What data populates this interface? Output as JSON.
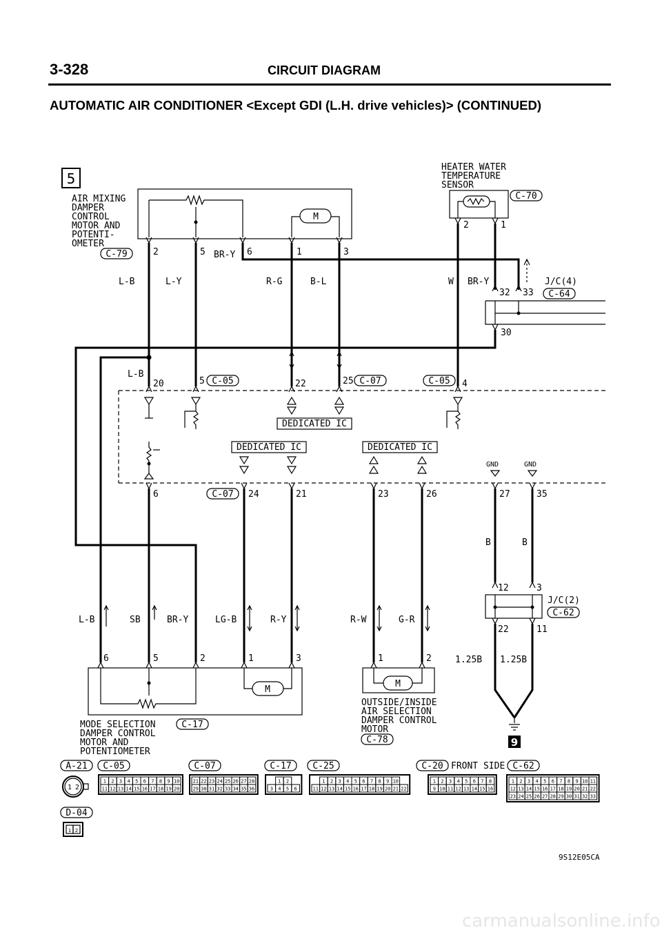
{
  "header": {
    "page_number": "3-328",
    "section_title": "CIRCUIT DIAGRAM",
    "subtitle": "AUTOMATIC AIR CONDITIONER <Except GDI (L.H. drive vehicles)> (CONTINUED)"
  },
  "markers": {
    "page_marker": "5",
    "ground_marker": "9"
  },
  "components": {
    "air_mix": {
      "name": [
        "AIR MIXING",
        "DAMPER",
        "CONTROL",
        "MOTOR AND",
        "POTENTI-",
        "OMETER"
      ],
      "connector": "C-79",
      "pins": [
        "2",
        "5",
        "6",
        "1",
        "3"
      ]
    },
    "heater_sensor": {
      "name": [
        "HEATER WATER",
        "TEMPERATURE",
        "SENSOR"
      ],
      "connector": "C-70",
      "pins": [
        "2",
        "1"
      ]
    },
    "jc4": {
      "name": "J/C(4)",
      "connector": "C-64",
      "pins": [
        "32",
        "33",
        "30"
      ]
    },
    "ecu": {
      "top_pins": [
        "20",
        "5",
        "22",
        "25",
        "4"
      ],
      "top_connectors": [
        "C-05",
        "C-07",
        "C-05"
      ],
      "bottom_pins": [
        "6",
        "24",
        "21",
        "23",
        "26",
        "27",
        "35"
      ],
      "bottom_connector": "C-07",
      "dedicated_ic": "DEDICATED IC",
      "gnd": "GND"
    },
    "jc2": {
      "name": "J/C(2)",
      "connector": "C-62",
      "pins": [
        "12",
        "3",
        "22",
        "11"
      ]
    },
    "mode_motor": {
      "name": [
        "MODE SELECTION",
        "DAMPER CONTROL",
        "MOTOR AND",
        "POTENTIOMETER"
      ],
      "connector": "C-17",
      "pins": [
        "6",
        "5",
        "2",
        "1",
        "3"
      ]
    },
    "outside_motor": {
      "name": [
        "OUTSIDE/INSIDE",
        "AIR SELECTION",
        "DAMPER CONTROL",
        "MOTOR"
      ],
      "connector": "C-78",
      "pins": [
        "1",
        "2"
      ]
    }
  },
  "wire_colors": {
    "upper": [
      "L-B",
      "L-Y",
      "BR-Y",
      "R-G",
      "B-L",
      "W",
      "BR-Y"
    ],
    "ecu_left": "L-B",
    "lower": [
      "L-B",
      "SB",
      "BR-Y",
      "LG-B",
      "R-Y",
      "R-W",
      "G-R",
      "B",
      "B"
    ],
    "ground_size": [
      "1.25B",
      "1.25B"
    ]
  },
  "connector_views": {
    "labels": [
      "A-21",
      "C-05",
      "C-07",
      "C-17",
      "C-25",
      "C-20",
      "C-62",
      "D-04"
    ],
    "front_side": "FRONT SIDE",
    "a21_pins": [
      "1",
      "2"
    ],
    "c05_rows": [
      [
        "1",
        "2",
        "3",
        "4",
        "5",
        "6",
        "7",
        "8",
        "9",
        "10"
      ],
      [
        "11",
        "12",
        "13",
        "14",
        "15",
        "16",
        "17",
        "18",
        "19",
        "20"
      ]
    ],
    "c07_rows": [
      [
        "21",
        "22",
        "23",
        "24",
        "25",
        "26",
        "27",
        "28"
      ],
      [
        "29",
        "30",
        "31",
        "32",
        "33",
        "34",
        "35",
        "36"
      ]
    ],
    "c17_rows": [
      [
        "1",
        "2"
      ],
      [
        "3",
        "4",
        "5",
        "6"
      ]
    ],
    "c25_rows": [
      [
        "1",
        "2",
        "3",
        "4",
        "5",
        "6",
        "7",
        "8",
        "9",
        "10"
      ],
      [
        "11",
        "12",
        "13",
        "14",
        "15",
        "16",
        "17",
        "18",
        "19",
        "20",
        "21",
        "22"
      ]
    ],
    "c20_rows": [
      [
        "1",
        "2",
        "3",
        "4",
        "5",
        "6",
        "7",
        "8"
      ],
      [
        "9",
        "10",
        "11",
        "12",
        "13",
        "14",
        "15",
        "16"
      ]
    ],
    "c62_rows": [
      [
        "1",
        "2",
        "3",
        "4",
        "5",
        "6",
        "7",
        "8",
        "9",
        "10",
        "11"
      ],
      [
        "12",
        "13",
        "14",
        "15",
        "16",
        "17",
        "18",
        "19",
        "20",
        "21",
        "22"
      ],
      [
        "23",
        "24",
        "25",
        "26",
        "27",
        "28",
        "29",
        "30",
        "31",
        "32",
        "33"
      ]
    ],
    "d04_pins": [
      "1",
      "2"
    ]
  },
  "footer": {
    "code": "9S12E05CA",
    "watermark": "carmanualsonline.info"
  }
}
